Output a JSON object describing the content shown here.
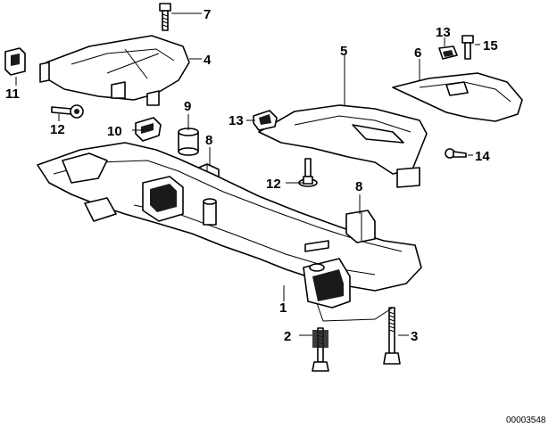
{
  "callouts": {
    "c1": "1",
    "c2": "2",
    "c3": "3",
    "c4": "4",
    "c5": "5",
    "c6": "6",
    "c7": "7",
    "c8a": "8",
    "c8b": "8",
    "c9": "9",
    "c10": "10",
    "c11": "11",
    "c12a": "12",
    "c12b": "12",
    "c13a": "13",
    "c13b": "13",
    "c14": "14",
    "c15": "15"
  },
  "document_number": "00003548"
}
